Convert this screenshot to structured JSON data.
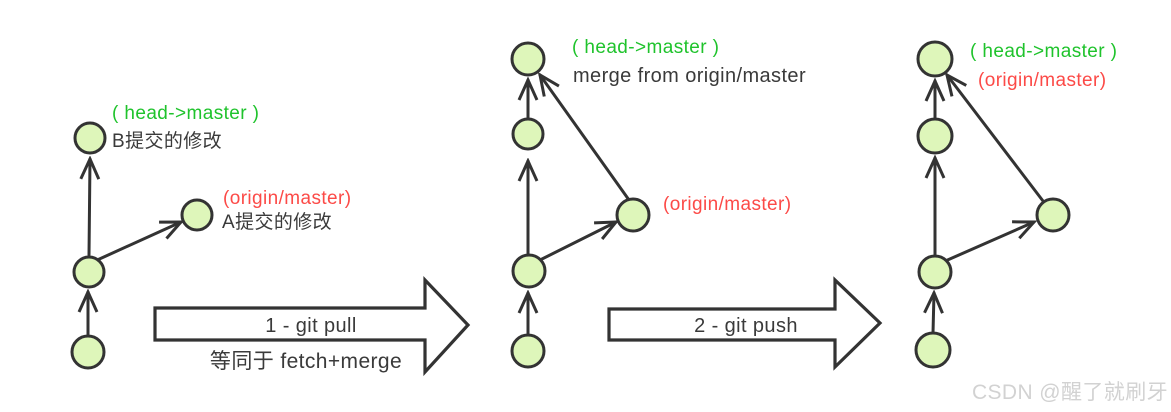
{
  "panels": {
    "before_pull": {
      "head_label": "( head->master )",
      "head_note": "B提交的修改",
      "remote_label": "(origin/master)",
      "remote_note": "A提交的修改",
      "commit_count": 4
    },
    "after_pull": {
      "head_label": "( head->master )",
      "head_note": "merge from origin/master",
      "remote_label": "(origin/master)",
      "commit_count": 5
    },
    "after_push": {
      "head_label": "( head->master )",
      "remote_label": "(origin/master)",
      "commit_count": 5
    }
  },
  "steps": {
    "pull": {
      "label": "1 - git pull",
      "note": "等同于 fetch+merge"
    },
    "push": {
      "label": "2 - git push"
    }
  },
  "watermark": "CSDN @醒了就刷牙",
  "colors": {
    "head_green": "#1fc32c",
    "remote_red": "#fc4a47",
    "node_fill": "#def6ba",
    "line_dark": "#333333",
    "text_dark": "#3a3a3a",
    "watermark_gray": "#d2d2d2"
  }
}
